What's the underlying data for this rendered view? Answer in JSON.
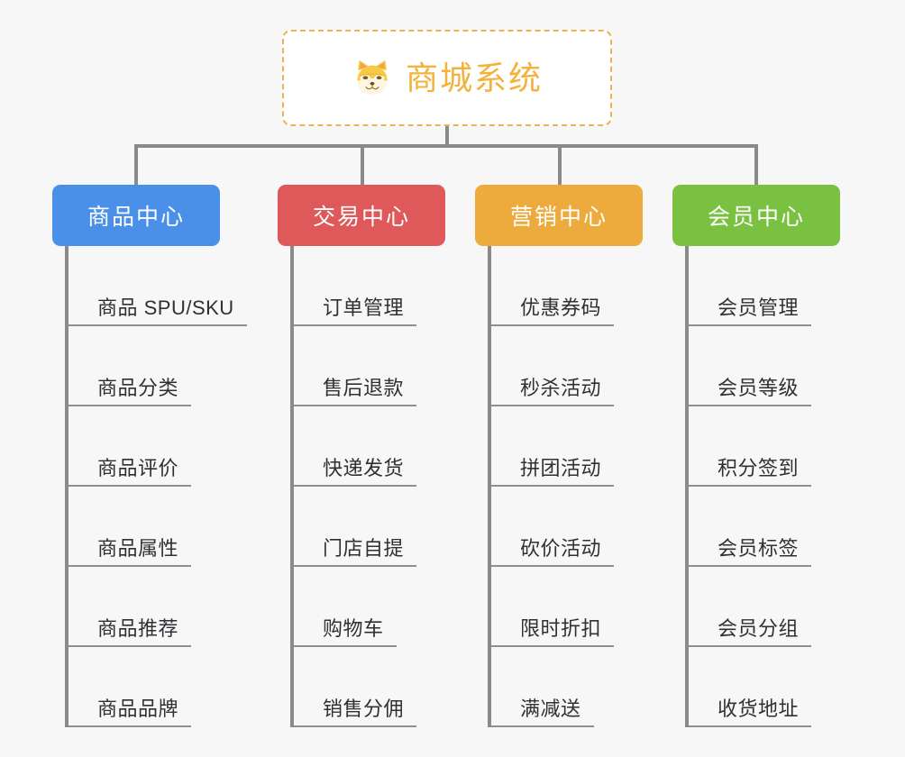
{
  "page": {
    "background_color": "#f7f7f7",
    "line_color": "#8a8a8a",
    "leaf_text_color": "#2e3033"
  },
  "root": {
    "title": "商城系统",
    "icon": "shiba-dog-icon",
    "text_color": "#f2b23c",
    "border_color": "#eab354",
    "background_color": "#ffffff"
  },
  "columns": [
    {
      "label": "商品中心",
      "color": "#4a90e8",
      "leaves": [
        {
          "label": "商品 SPU/SKU"
        },
        {
          "label": "商品分类"
        },
        {
          "label": "商品评价"
        },
        {
          "label": "商品属性"
        },
        {
          "label": "商品推荐"
        },
        {
          "label": "商品品牌"
        }
      ]
    },
    {
      "label": "交易中心",
      "color": "#e0595a",
      "leaves": [
        {
          "label": "订单管理"
        },
        {
          "label": "售后退款"
        },
        {
          "label": "快递发货"
        },
        {
          "label": "门店自提"
        },
        {
          "label": "购物车"
        },
        {
          "label": "销售分佣"
        }
      ]
    },
    {
      "label": "营销中心",
      "color": "#edab3e",
      "leaves": [
        {
          "label": "优惠券码"
        },
        {
          "label": "秒杀活动"
        },
        {
          "label": "拼团活动"
        },
        {
          "label": "砍价活动"
        },
        {
          "label": "限时折扣"
        },
        {
          "label": "满减送"
        }
      ]
    },
    {
      "label": "会员中心",
      "color": "#7ac142",
      "leaves": [
        {
          "label": "会员管理"
        },
        {
          "label": "会员等级"
        },
        {
          "label": "积分签到"
        },
        {
          "label": "会员标签"
        },
        {
          "label": "会员分组"
        },
        {
          "label": "收货地址"
        }
      ]
    }
  ]
}
